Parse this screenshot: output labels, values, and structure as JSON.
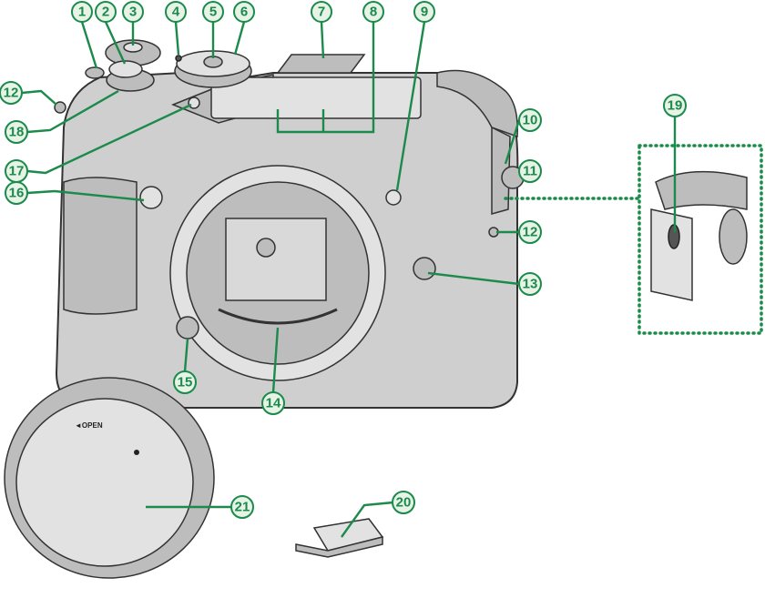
{
  "diagram": {
    "subject": "camera-body-parts",
    "accent_color": "#1b8a4b",
    "callouts": [
      "1",
      "2",
      "3",
      "4",
      "5",
      "6",
      "7",
      "8",
      "9",
      "10",
      "11",
      "12",
      "13",
      "14",
      "15",
      "16",
      "17",
      "18",
      "19",
      "20",
      "21"
    ],
    "body_cap_label": "◄OPEN"
  }
}
